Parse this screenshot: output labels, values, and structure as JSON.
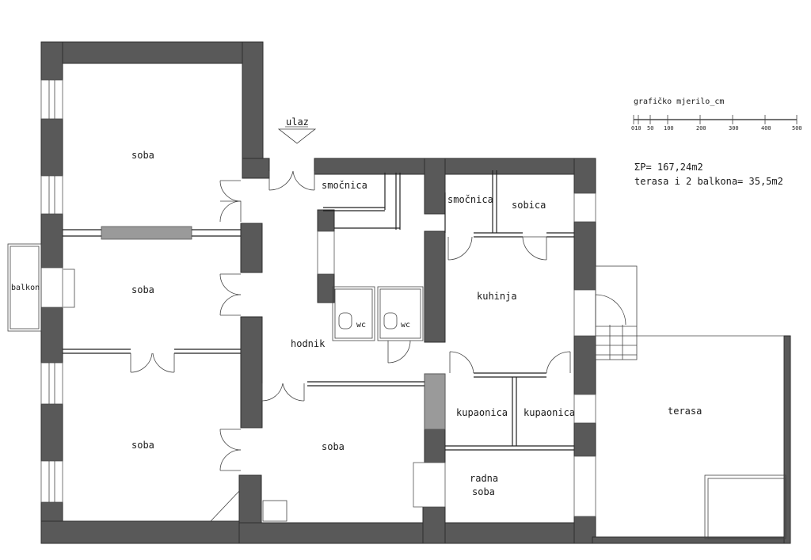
{
  "rooms": {
    "soba_top": "soba",
    "soba_mid": "soba",
    "soba_bottom_left": "soba",
    "soba_bottom_center": "soba",
    "balkon": "balkon",
    "hodnik": "hodnik",
    "smocnica_left": "smočnica",
    "smocnica_right": "smočnica",
    "sobica": "sobica",
    "kuhinja": "kuhinja",
    "wc_1": "wc",
    "wc_2": "wc",
    "kupaonica_1": "kupaonica",
    "kupaonica_2": "kupaonica",
    "radna_line1": "radna",
    "radna_line2": "soba",
    "terasa": "terasa"
  },
  "entrance": {
    "label": "ulaz"
  },
  "scale": {
    "title": "grafičko mjerilo_cm",
    "ticks": [
      "010",
      "50",
      "100",
      "200",
      "300",
      "400",
      "500"
    ]
  },
  "areas": {
    "total": "ΣP= 167,24m2",
    "terrace": "terasa i 2 balkona= 35,5m2"
  }
}
